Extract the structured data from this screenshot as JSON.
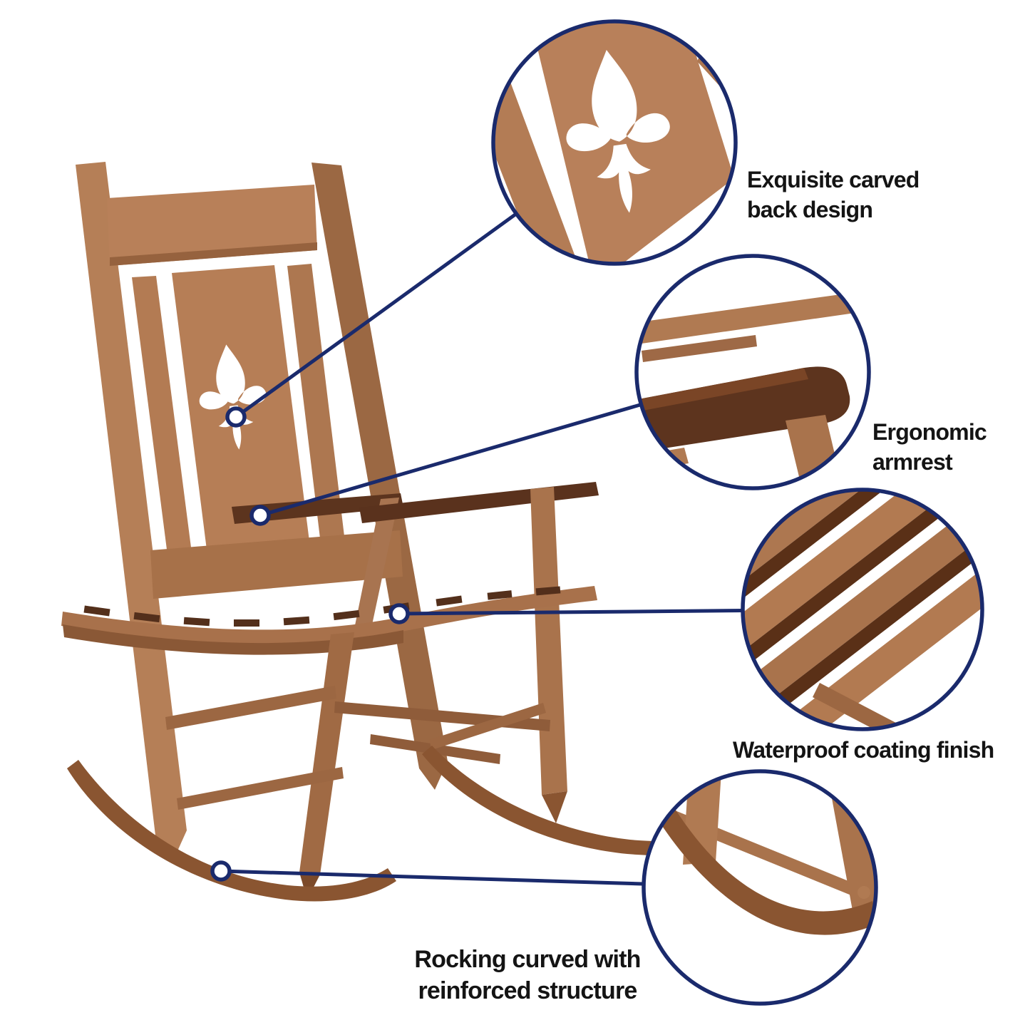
{
  "page": {
    "background": "#ffffff"
  },
  "callouts": {
    "carved_back": {
      "line1": "Exquisite carved",
      "line2": "back design"
    },
    "armrest": {
      "line1": "Ergonomic",
      "line2": "armrest"
    },
    "coating": {
      "line1": "Waterproof coating finish"
    },
    "rocker": {
      "line1": "Rocking curved with",
      "line2": "reinforced structure"
    }
  },
  "style": {
    "accent_navy": "#1a2a6c",
    "label_text": "#141414",
    "wood_light": "#bb8560",
    "wood_mid": "#a9734c",
    "wood_dark": "#8a5531",
    "wood_deep": "#6b3d22",
    "armrest_dark": "#5a321d"
  }
}
